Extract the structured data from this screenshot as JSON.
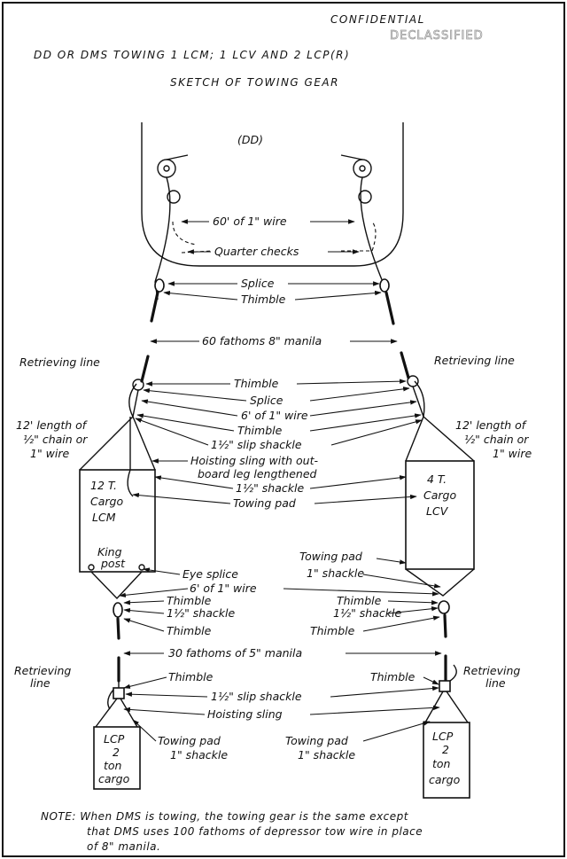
{
  "header": {
    "classification": "CONFIDENTIAL",
    "stamp": "DECLASSIFIED",
    "title": "DD OR DMS TOWING 1 LCM; 1 LCV AND 2 LCP(R)",
    "subtitle": "SKETCH OF TOWING GEAR"
  },
  "ship": {
    "label": "(DD)"
  },
  "labels": {
    "wire_60": "60' of 1\" wire",
    "quarter_checks": "Quarter checks",
    "splice_top": "Splice",
    "thimble_top": "Thimble",
    "manila_60": "60 fathoms 8\" manila",
    "retrieving_left": "Retrieving line",
    "retrieving_right": "Retrieving line",
    "thimble_mid1": "Thimble",
    "splice_mid": "Splice",
    "wire_6_mid": "6' of 1\" wire",
    "thimble_mid2": "Thimble",
    "slip_shackle_mid": "1½\" slip shackle",
    "hoisting_sling_1": "Hoisting sling with out-",
    "hoisting_sling_2": "board leg lengthened",
    "shackle_mid": "1½\" shackle",
    "towing_pad_mid": "Towing pad",
    "chain_left_1": "12' length of",
    "chain_left_2": "½\" chain or",
    "chain_left_3": "1\" wire",
    "chain_right_1": "12' length of",
    "chain_right_2": "½\" chain or",
    "chain_right_3": "1\" wire",
    "towing_pad_right": "Towing pad",
    "shackle_1_right": "1\" shackle",
    "eye_splice": "Eye splice",
    "wire_6_low": "6' of 1\" wire",
    "thimble_low_l": "Thimble",
    "shackle_low_l": "1½\" shackle",
    "thimble_low_l2": "Thimble",
    "thimble_low_r": "Thimble",
    "shackle_low_r": "1½\" shackle",
    "thimble_low_r2": "Thimble",
    "manila_30": "30 fathoms of 5\" manila",
    "retrieving_lcp_l1": "Retrieving",
    "retrieving_lcp_l2": "line",
    "retrieving_lcp_r1": "Retrieving",
    "retrieving_lcp_r2": "line",
    "thimble_lcp_l": "Thimble",
    "thimble_lcp_r": "Thimble",
    "slip_shackle_lcp": "1½\" slip shackle",
    "hoisting_sling_lcp": "Hoisting sling",
    "towing_pad_lcp_l": "Towing pad",
    "shackle_lcp_l": "1\" shackle",
    "towing_pad_lcp_r": "Towing pad",
    "shackle_lcp_r": "1\" shackle"
  },
  "boats": {
    "lcm": {
      "line1": "12 T.",
      "line2": "Cargo",
      "line3": "LCM",
      "post1": "King",
      "post2": "post"
    },
    "lcv": {
      "line1": "4 T.",
      "line2": "Cargo",
      "line3": "LCV"
    },
    "lcp_left": {
      "line1": "LCP",
      "line2": "2",
      "line3": "ton",
      "line4": "cargo"
    },
    "lcp_right": {
      "line1": "LCP",
      "line2": "2",
      "line3": "ton",
      "line4": "cargo"
    }
  },
  "note": {
    "line1": "NOTE: When DMS is towing, the towing gear is the same except",
    "line2": "that DMS uses 100 fathoms of depressor tow wire in place",
    "line3": "of 8\" manila."
  }
}
